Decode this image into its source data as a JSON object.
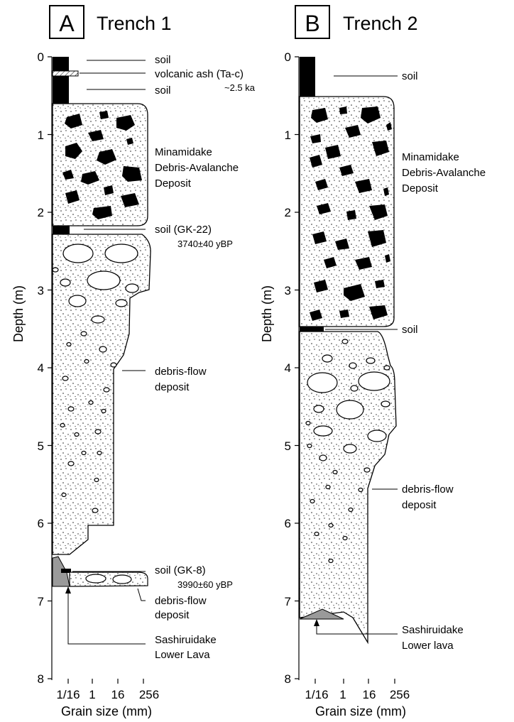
{
  "panels": [
    {
      "letter": "A",
      "title": "Trench 1",
      "depth_axis": {
        "label": "Depth (m)",
        "ticks": [
          "0",
          "1",
          "2",
          "3",
          "4",
          "5",
          "6",
          "7",
          "8"
        ],
        "min": 0,
        "max": 8
      },
      "grain_axis": {
        "label": "Grain size (mm)",
        "ticks": [
          "1/16",
          "1",
          "16",
          "256"
        ]
      },
      "annotations": [
        {
          "text": "soil"
        },
        {
          "text": "volcanic ash (Ta-c)",
          "sub": "~2.5 ka"
        },
        {
          "text": "soil"
        },
        {
          "lines": [
            "Minamidake",
            "Debris-Avalanche",
            "Deposit"
          ]
        },
        {
          "text": "soil (GK-22)",
          "sub": "3740±40 yBP"
        },
        {
          "lines": [
            "debris-flow",
            "deposit"
          ]
        },
        {
          "text": "soil (GK-8)",
          "sub": "3990±60 yBP"
        },
        {
          "lines": [
            "debris-flow",
            "deposit"
          ]
        },
        {
          "lines": [
            "Sashiruidake",
            "Lower Lava"
          ]
        }
      ]
    },
    {
      "letter": "B",
      "title": "Trench 2",
      "depth_axis": {
        "label": "Depth (m)",
        "ticks": [
          "0",
          "1",
          "2",
          "3",
          "4",
          "5",
          "6",
          "7",
          "8"
        ],
        "min": 0,
        "max": 8
      },
      "grain_axis": {
        "label": "Grain size (mm)",
        "ticks": [
          "1/16",
          "1",
          "16",
          "256"
        ]
      },
      "annotations": [
        {
          "text": "soil"
        },
        {
          "lines": [
            "Minamidake",
            "Debris-Avalanche",
            "Deposit"
          ]
        },
        {
          "text": "soil"
        },
        {
          "lines": [
            "debris-flow",
            "deposit"
          ]
        },
        {
          "lines": [
            "Sashiruidake",
            "Lower lava"
          ]
        }
      ]
    }
  ],
  "colors": {
    "soil": "#000000",
    "lava": "#9a9a9a",
    "ash": "#ffffff",
    "outline": "#000000"
  }
}
